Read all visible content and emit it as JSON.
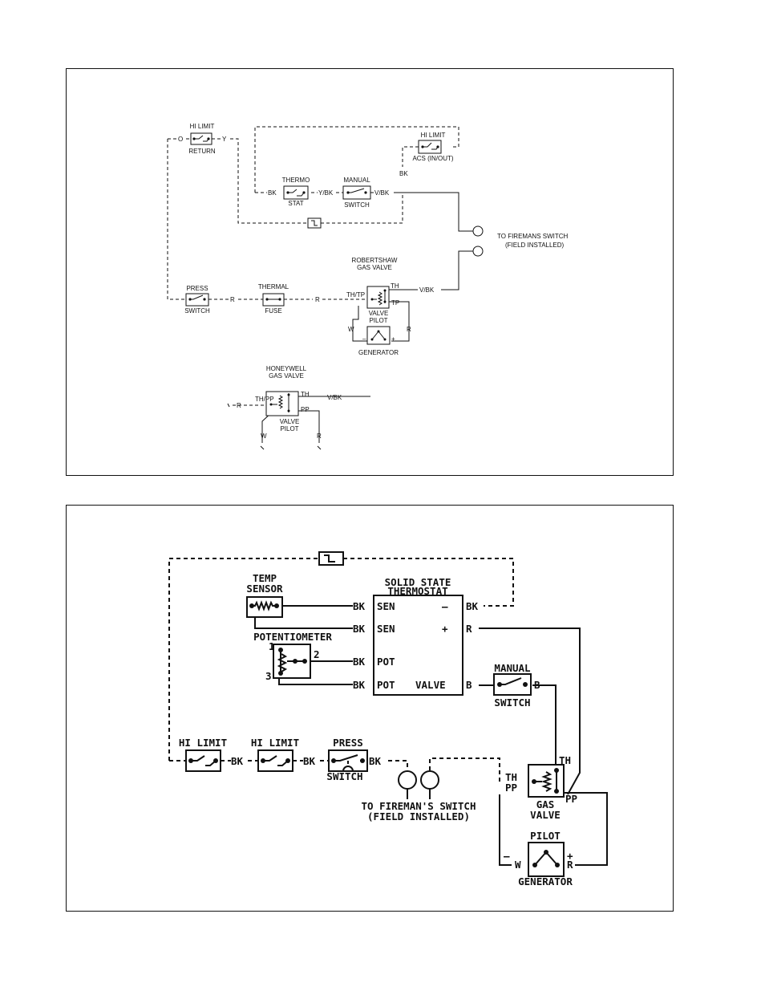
{
  "top_diagram": {
    "hi_limit_return": [
      "HI LIMIT",
      "RETURN"
    ],
    "hi_limit_acs": [
      "HI LIMIT",
      "ACS (IN/OUT)"
    ],
    "thermostat": [
      "THERMO",
      "STAT"
    ],
    "manual_switch": [
      "MANUAL",
      "SWITCH"
    ],
    "press_switch": [
      "PRESS",
      "SWITCH"
    ],
    "thermal_fuse": [
      "THERMAL",
      "FUSE"
    ],
    "robertshaw_title": [
      "ROBERTSHAW",
      "GAS VALVE"
    ],
    "honeywell_title": [
      "HONEYWELL",
      "GAS VALVE"
    ],
    "valve_pilot": [
      "VALVE",
      "PILOT"
    ],
    "generator": "GENERATOR",
    "firemans_switch": [
      "TO FIREMANS SWITCH",
      "(FIELD INSTALLED)"
    ],
    "wire_labels": {
      "o": "O",
      "y": "Y",
      "bk": "BK",
      "y_bk": "Y/BK",
      "v_bk": "V/BK",
      "r": "R",
      "w": "W",
      "th": "TH",
      "tp": "TP",
      "th_tp": "TH/TP",
      "th_pp": "TH/PP",
      "pp": "PP",
      "minus": "–",
      "plus": "+"
    }
  },
  "bottom_diagram": {
    "temp_sensor": [
      "TEMP",
      "SENSOR"
    ],
    "potentiometer": "POTENTIOMETER",
    "pot_terminals": [
      "1",
      "2",
      "3"
    ],
    "thermostat_title": [
      "SOLID STATE",
      "THERMOSTAT"
    ],
    "thermostat_terminals": {
      "sen1": "SEN",
      "sen2": "SEN",
      "pot1": "POT",
      "pot2": "POT",
      "minus": "–",
      "plus": "+",
      "valve": "VALVE"
    },
    "manual_switch": [
      "MANUAL",
      "SWITCH"
    ],
    "hi_limit_1": "HI LIMIT",
    "hi_limit_2": "HI LIMIT",
    "press_switch": [
      "PRESS",
      "SWITCH"
    ],
    "firemans_switch": [
      "TO FIREMAN'S SWITCH",
      "(FIELD INSTALLED)"
    ],
    "gas_valve": [
      "GAS",
      "VALVE"
    ],
    "pilot": "PILOT",
    "generator": "GENERATOR",
    "wire_labels": {
      "bk": "BK",
      "r": "R",
      "b": "B",
      "th": "TH",
      "pp": "PP",
      "w": "W",
      "minus": "–",
      "plus": "+"
    }
  }
}
